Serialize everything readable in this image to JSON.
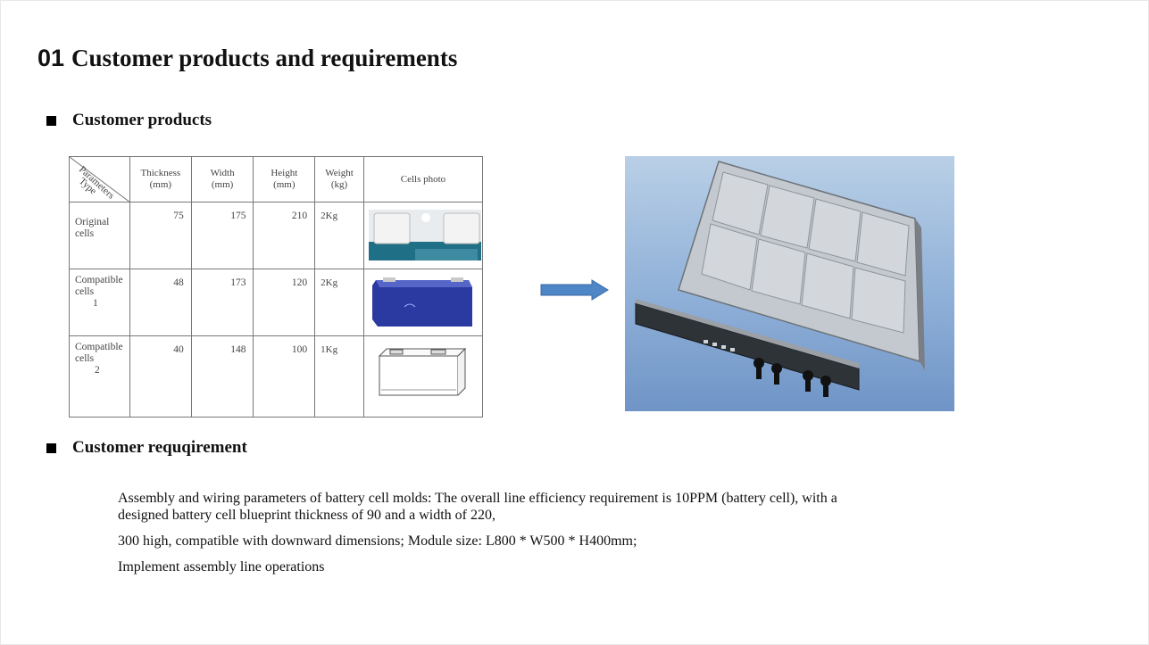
{
  "title": {
    "number": "01",
    "text": "Customer products and requirements"
  },
  "section_products": {
    "label": "Customer products"
  },
  "section_requirement": {
    "label": "Customer requqirement"
  },
  "table": {
    "corner_top": "Parameters",
    "corner_bottom": "Type",
    "headers": [
      {
        "line1": "Thickness",
        "line2": "(mm)"
      },
      {
        "line1": "Width",
        "line2": "(mm)"
      },
      {
        "line1": "Height",
        "line2": "(mm)"
      },
      {
        "line1": "Weight",
        "line2": "(kg)"
      },
      {
        "line1": "Cells photo",
        "line2": ""
      }
    ],
    "rows": [
      {
        "label_line1": "Original",
        "label_line2": "cells",
        "label_line3": "",
        "thickness": "75",
        "width": "175",
        "height": "210",
        "weight": "2Kg"
      },
      {
        "label_line1": "Compatible",
        "label_line2": "cells",
        "label_line3": "1",
        "thickness": "48",
        "width": "173",
        "height": "120",
        "weight": "2Kg"
      },
      {
        "label_line1": "Compatible",
        "label_line2": "cells",
        "label_line3": "2",
        "thickness": "40",
        "width": "148",
        "height": "100",
        "weight": "1Kg"
      }
    ]
  },
  "requirements": [
    "Assembly and wiring parameters of battery cell molds: The overall line efficiency requirement is 10PPM (battery cell), with a designed battery cell blueprint thickness of 90 and a width of 220,",
    "300 high, compatible with downward dimensions; Module size: L800 * W500 * H400mm;",
    "Implement assembly line operations"
  ],
  "colors": {
    "arrow": "#4f86c6",
    "render_bg": "#8fb0d8",
    "cell_blue": "#2b3aa0"
  }
}
